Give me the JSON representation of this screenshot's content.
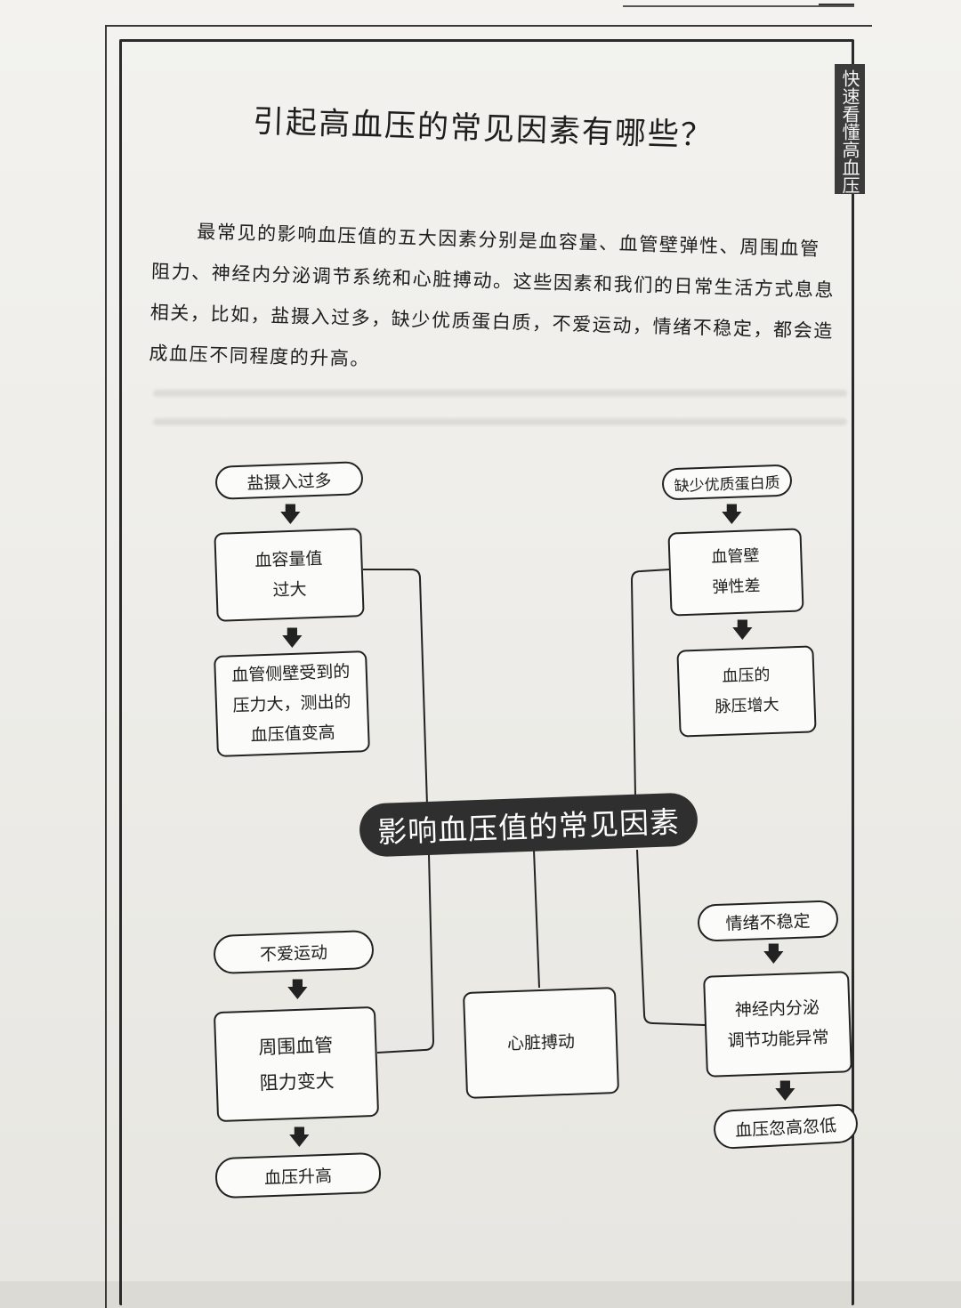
{
  "side_tab": "快速看懂高血压",
  "title": "引起高血压的常见因素有哪些？",
  "paragraph": "最常见的影响血压值的五大因素分别是血容量、血管壁弹性、周围血管阻力、神经内分泌调节系统和心脏搏动。这些因素和我们的日常生活方式息息相关，比如，盐摄入过多，缺少优质蛋白质，不爱运动，情绪不稳定，都会造成血压不同程度的升高。",
  "diagram": {
    "center": "影响血压值的常见因素",
    "left_top": {
      "cause": "盐摄入过多",
      "step1": [
        "血容量值",
        "过大"
      ],
      "step2": [
        "血管侧壁受到的",
        "压力大，测出的",
        "血压值变高"
      ]
    },
    "right_top": {
      "cause": "缺少优质蛋白质",
      "step1": [
        "血管壁",
        "弹性差"
      ],
      "step2": [
        "血压的",
        "脉压增大"
      ]
    },
    "left_bottom": {
      "cause": "不爱运动",
      "step1": [
        "周围血管",
        "阻力变大"
      ],
      "result": "血压升高"
    },
    "middle_bottom": "心脏搏动",
    "right_bottom": {
      "cause": "情绪不稳定",
      "step1": [
        "神经内分泌",
        "调节功能异常"
      ],
      "result": "血压忽高忽低"
    },
    "arrow_glyph": "🡇"
  }
}
